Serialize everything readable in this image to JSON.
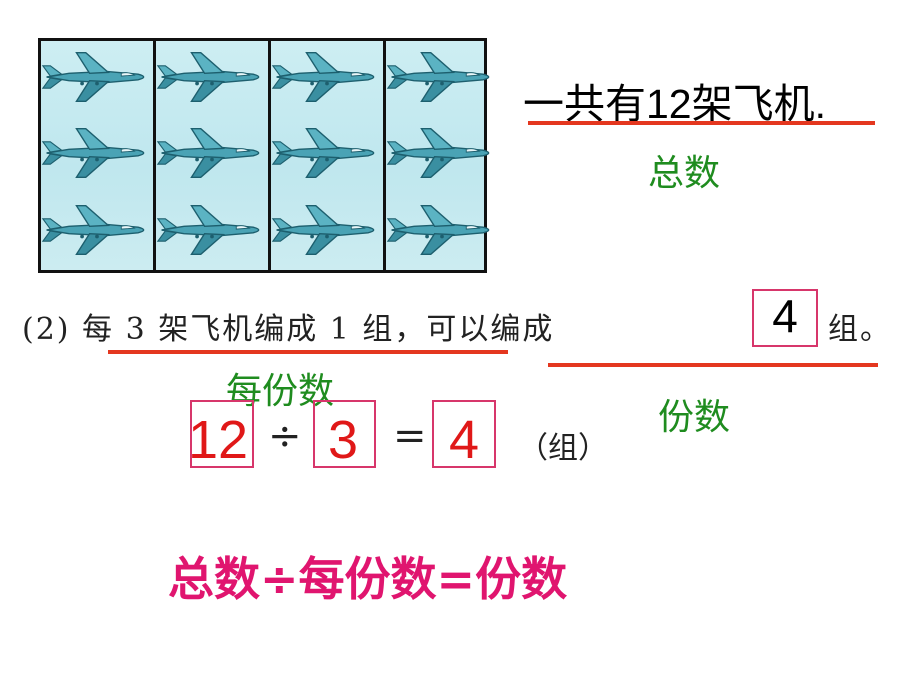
{
  "top": {
    "statement": "一共有12架飞机.",
    "label_total": "总数"
  },
  "sentence": {
    "prefix": "(2) 每 3 架飞机编成 1 组，可以编成",
    "answer": "4",
    "suffix": "组。",
    "label_per_group": "每份数",
    "label_groups": "份数"
  },
  "equation": {
    "dividend": "12",
    "divide_sign": "÷",
    "divisor": "3",
    "equals_sign": "=",
    "quotient": "4",
    "unit": "（组）"
  },
  "formula": "总数÷每份数=份数",
  "colors": {
    "underline": "#e4371f",
    "label_green": "#1f8c1f",
    "box_border": "#d7366b",
    "equation_red": "#e01818",
    "formula_magenta": "#e0156f"
  },
  "airplane_grid": {
    "columns": 4,
    "rows": 3,
    "icon": "airplane-icon"
  }
}
